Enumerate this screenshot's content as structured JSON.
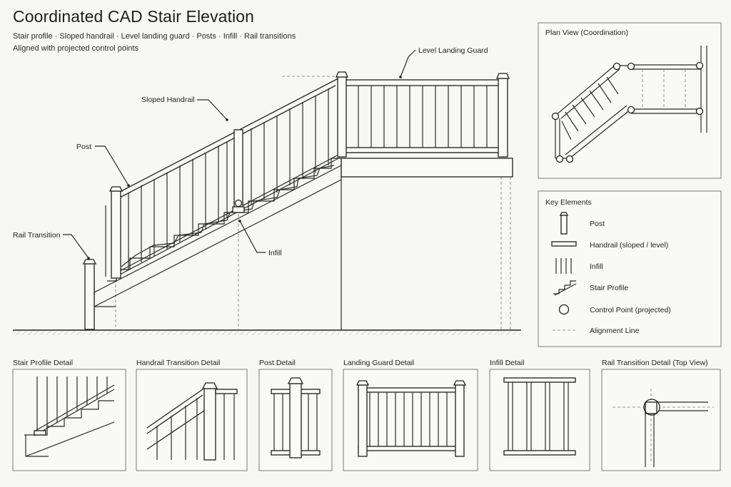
{
  "header": {
    "title": "Coordinated CAD Stair Elevation",
    "subtitle_line1": "Stair profile  ·  Sloped handrail  ·  Level landing guard  ·  Posts  ·  Infill  ·  Rail transitions",
    "subtitle_line2": "Aligned with projected control points"
  },
  "callouts": {
    "level_landing_guard": "Level Landing Guard",
    "sloped_handrail": "Sloped Handrail",
    "post": "Post",
    "rail_transition": "Rail Transition",
    "infill": "Infill"
  },
  "plan_view": {
    "title": "Plan View (Coordination)"
  },
  "key": {
    "title": "Key Elements",
    "items": [
      {
        "icon": "post-icon",
        "label": "Post"
      },
      {
        "icon": "handrail-icon",
        "label": "Handrail (sloped / level)"
      },
      {
        "icon": "infill-icon",
        "label": "Infill"
      },
      {
        "icon": "stair-profile-icon",
        "label": "Stair Profile"
      },
      {
        "icon": "control-point-icon",
        "label": "Control Point (projected)"
      },
      {
        "icon": "alignment-line-icon",
        "label": "Alignment Line"
      }
    ]
  },
  "details": [
    {
      "title": "Stair Profile Detail"
    },
    {
      "title": "Handrail Transition Detail"
    },
    {
      "title": "Post Detail"
    },
    {
      "title": "Landing Guard Detail"
    },
    {
      "title": "Infill Detail"
    },
    {
      "title": "Rail Transition Detail (Top View)"
    }
  ]
}
